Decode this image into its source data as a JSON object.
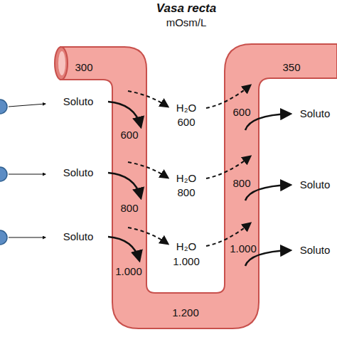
{
  "diagram": {
    "title": "Vasa recta",
    "nodes": [
      {
        "text": [
          "300",
          "600",
          "800",
          "1.000",
          "1.200",
          "1.000",
          "800",
          "600",
          "350"
        ]
      }
    ],
    "labels": [
      "mOsm/L",
      "Soluto",
      "H₂O",
      "600",
      "Soluto",
      "Soluto",
      "H₂O",
      "800",
      "Soluto",
      "Soluto",
      "H₂O",
      "1.000",
      "Soluto"
    ]
  }
}
